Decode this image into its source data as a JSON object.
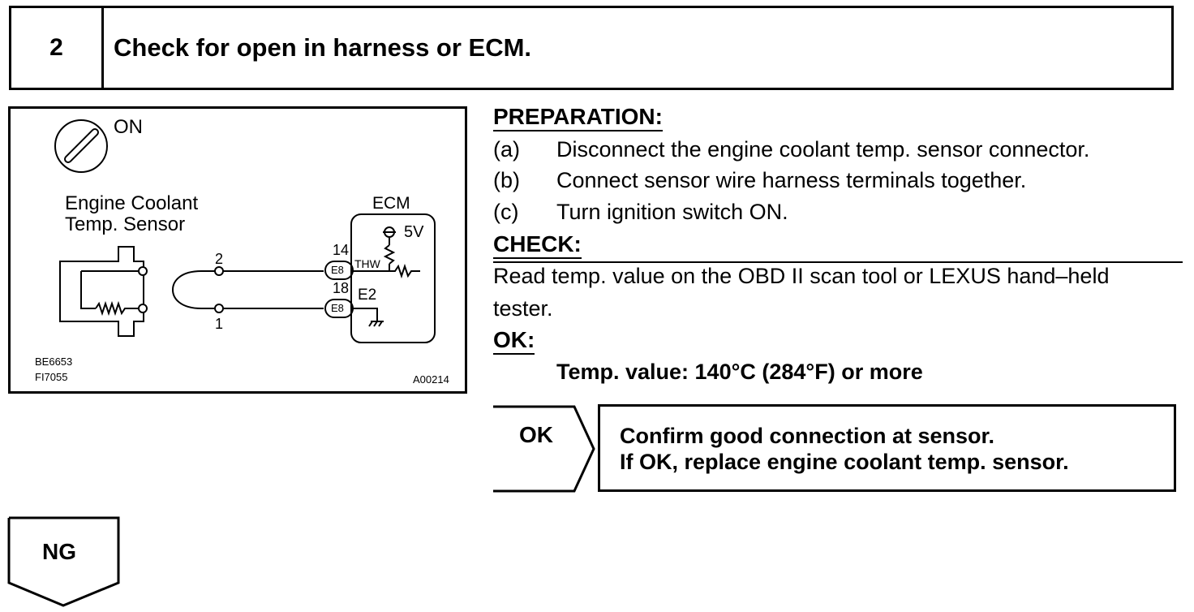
{
  "step": {
    "number": "2",
    "title": "Check for open in harness or ECM."
  },
  "diagram": {
    "ignition_label": "ON",
    "sensor_line1": "Engine Coolant",
    "sensor_line2": "Temp. Sensor",
    "ecm_label": "ECM",
    "voltage": "5V",
    "terminal_2": "2",
    "terminal_1": "1",
    "pin_14": "14",
    "pin_18": "18",
    "conn_e8_a": "E8",
    "conn_e8_b": "E8",
    "sig_thw": "THW",
    "sig_e2": "E2",
    "code_1": "BE6653",
    "code_2": "FI7055",
    "code_3": "A00214"
  },
  "preparation": {
    "heading": "PREPARATION:",
    "steps": [
      {
        "label": "(a)",
        "text": "Disconnect the engine coolant temp. sensor connector."
      },
      {
        "label": "(b)",
        "text": "Connect sensor wire harness terminals together."
      },
      {
        "label": "(c)",
        "text": "Turn ignition switch ON."
      }
    ]
  },
  "check": {
    "heading": "CHECK:",
    "line1": "Read temp. value on the OBD II scan tool or LEXUS hand–held",
    "line2": "tester."
  },
  "ok_spec": {
    "heading": "OK:",
    "value": "Temp. value:  140°C (284°F) or more"
  },
  "ok_result": {
    "label": "OK",
    "line1": "Confirm good connection at sensor.",
    "line2": "If OK, replace engine coolant temp. sensor."
  },
  "ng_result": {
    "label": "NG"
  }
}
